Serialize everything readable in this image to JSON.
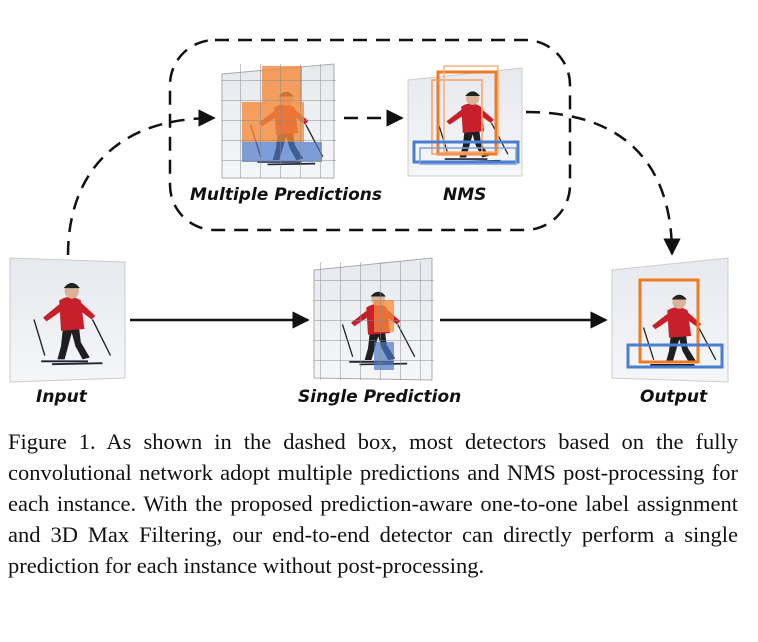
{
  "figure": {
    "labels": {
      "input": "Input",
      "multiple_predictions": "Multiple Predictions",
      "nms": "NMS",
      "single_prediction": "Single Prediction",
      "output": "Output"
    },
    "colors": {
      "grid_highlight": "#f58a3a",
      "foot_highlight": "#4a78c8",
      "box_orange": "#f07a22",
      "box_blue": "#4a7fd0",
      "skier_jacket": "#c8202a",
      "arrow": "#111111"
    }
  },
  "caption": {
    "text": "Figure 1. As shown in the dashed box, most detectors based on the fully convolutional network adopt multiple predictions and NMS post-processing for each instance.  With the proposed prediction-aware one-to-one label assignment and 3D Max Filtering, our end-to-end detector can directly perform a single prediction for each instance without post-processing."
  }
}
